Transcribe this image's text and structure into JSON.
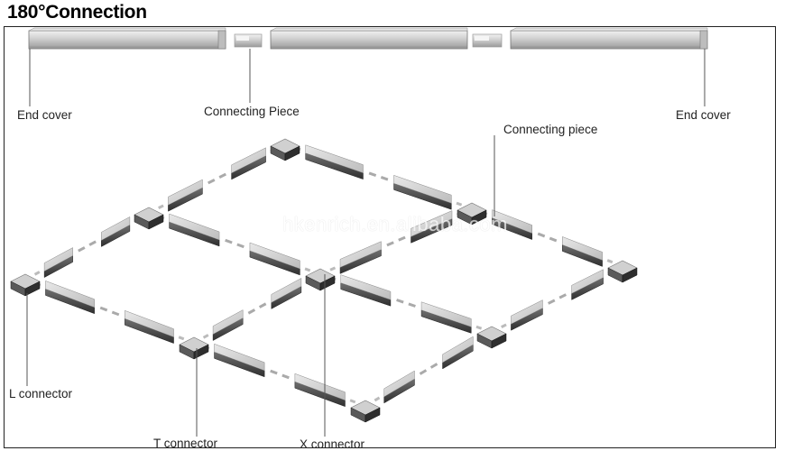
{
  "title": "180°Connection",
  "labels": {
    "end_cover_left": "End cover",
    "connecting_piece_top": "Connecting Piece",
    "end_cover_right": "End cover",
    "connecting_piece_grid": "Connecting piece",
    "l_connector": "L connector",
    "t_connector": "T connector",
    "x_connector": "X connector"
  },
  "watermark": "hkenrich.en.alibaba.com",
  "colors": {
    "rail_top": "#d6d6d6",
    "rail_front": "#8a8a8a",
    "rail_dark": "#3a3a3a",
    "frame": "#222222"
  }
}
